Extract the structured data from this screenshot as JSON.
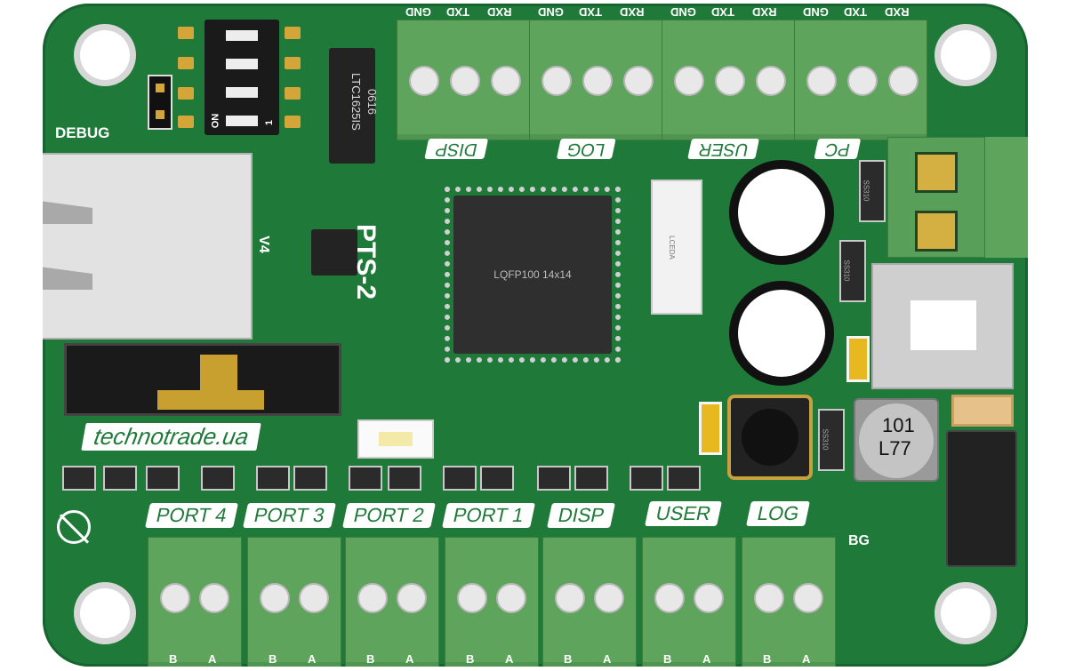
{
  "silkscreen": {
    "debug": "DEBUG",
    "v4": "V4",
    "model": "PTS-2",
    "website": "technotrade.ua",
    "bg": "BG",
    "dip_on": "ON",
    "dip_num": "1"
  },
  "chips": {
    "mcu": "LQFP100 14x14",
    "transceiver_line1": "0616",
    "transceiver_line2": "LTC1625IS",
    "connector": "LCEDA",
    "inductor_line1": "101",
    "inductor_line2": "L77",
    "diode": "SS310"
  },
  "top_terminals": [
    "DISP",
    "LOG",
    "USER",
    "PC"
  ],
  "top_pins": [
    "GND",
    "TXD",
    "RXD"
  ],
  "bottom_ports": [
    "PORT 4",
    "PORT 3",
    "PORT 2",
    "PORT 1",
    "DISP",
    "USER",
    "LOG"
  ],
  "bottom_pins": [
    "B",
    "A"
  ],
  "colors": {
    "pcb": "#1f7a3a",
    "terminal": "#5fa45c",
    "silkscreen": "#ffffff"
  }
}
